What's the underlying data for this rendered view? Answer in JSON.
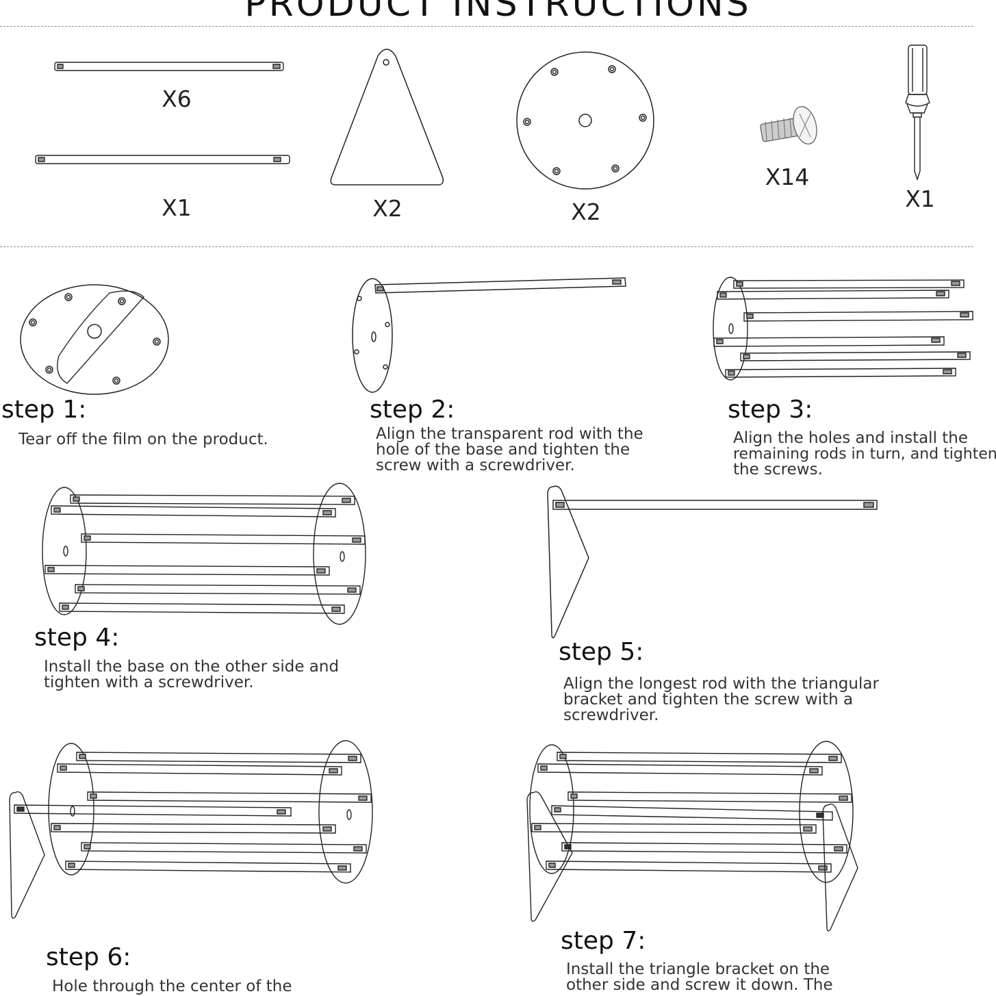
{
  "header": {
    "title": "PRODUCT INSTRUCTIONS"
  },
  "parts": [
    {
      "name": "short rods",
      "qty": "X6"
    },
    {
      "name": "long rod",
      "qty": "X1"
    },
    {
      "name": "triangle bracket",
      "qty": "X2"
    },
    {
      "name": "round base",
      "qty": "X2"
    },
    {
      "name": "screw",
      "qty": "X14"
    },
    {
      "name": "screwdriver",
      "qty": "X1"
    }
  ],
  "steps": [
    {
      "label": "step 1:",
      "lines": [
        "Tear off the film on the product."
      ]
    },
    {
      "label": "step 2:",
      "lines": [
        "Align the transparent rod with the",
        "hole of the base and tighten the",
        "screw with a screwdriver."
      ]
    },
    {
      "label": "step 3:",
      "lines": [
        "Align the holes and install the",
        "remaining rods in turn, and tighten",
        "the screws."
      ]
    },
    {
      "label": "step 4:",
      "lines": [
        "Install the base on the other side and",
        "tighten with a screwdriver."
      ]
    },
    {
      "label": "step 5:",
      "lines": [
        "Align the longest rod with the triangular",
        "bracket and tighten the screw with a",
        "screwdriver."
      ]
    },
    {
      "label": "step 6:",
      "lines": [
        "Hole through the center of the"
      ]
    },
    {
      "label": "step 7:",
      "lines": [
        "Install the triangle bracket on the",
        "other side and screw it down. The"
      ]
    }
  ],
  "icons": {
    "rod": "rod-icon",
    "triangle": "triangle-bracket-icon",
    "disc": "round-base-icon",
    "screw": "screw-icon",
    "screwdriver": "screwdriver-icon"
  },
  "colors": {
    "ink": "#222222",
    "divider": "#8a8a8a"
  }
}
